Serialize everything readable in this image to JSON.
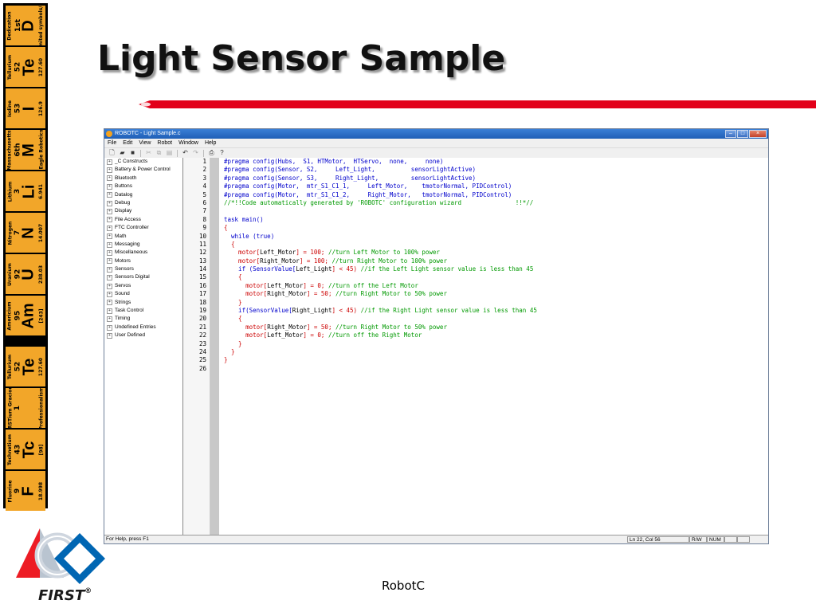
{
  "slide": {
    "title": "Light Sensor Sample",
    "footer": "RobotC",
    "logo_text": "FIRST",
    "logo_reg": "®",
    "accent_color": "#e2001a"
  },
  "elements": [
    {
      "name": "Dedication",
      "number": "1st",
      "symbol": "D",
      "mass": "unlimited symbols/ortb"
    },
    {
      "name": "Tellurium",
      "number": "52",
      "symbol": "Te",
      "mass": "127.60"
    },
    {
      "name": "Iodine",
      "number": "53",
      "symbol": "I",
      "mass": "126.9"
    },
    {
      "name": "Massachusetts",
      "number": "6th",
      "symbol": "M",
      "mass": "Sharon Eagle Robotics Assoc."
    },
    {
      "name": "Lithium",
      "number": "3",
      "symbol": "Li",
      "mass": "6.941"
    },
    {
      "name": "Nitrogen",
      "number": "7",
      "symbol": "N",
      "mass": "14.007"
    },
    {
      "name": "Uranium",
      "number": "92",
      "symbol": "U",
      "mass": "238.03"
    },
    {
      "name": "Americium",
      "number": "95",
      "symbol": "Am",
      "mass": "[243]"
    },
    {
      "name": "Tellurium",
      "number": "52",
      "symbol": "Te",
      "mass": "127.60"
    },
    {
      "name": "FIRSTium Gracious",
      "number": "1",
      "symbol": "",
      "mass": "Professionalism"
    },
    {
      "name": "Technetium",
      "number": "43",
      "symbol": "Tc",
      "mass": "[98]"
    },
    {
      "name": "Fluorine",
      "number": "9",
      "symbol": "F",
      "mass": "18.998"
    }
  ],
  "window": {
    "title": "ROBOTC - Light Sample.c",
    "menu": [
      "File",
      "Edit",
      "View",
      "Robot",
      "Window",
      "Help"
    ],
    "toolbar_icons": [
      "new-file-icon",
      "open-folder-icon",
      "save-icon",
      "cut-icon",
      "copy-icon",
      "paste-icon",
      "undo-icon",
      "redo-icon",
      "print-icon",
      "help-icon"
    ],
    "tree": [
      "_C Constructs",
      "Battery & Power Control",
      "Bluetooth",
      "Buttons",
      "Datalog",
      "Debug",
      "Display",
      "File Access",
      "FTC Controller",
      "Math",
      "Messaging",
      "Miscellaneous",
      "Motors",
      "Sensors",
      "Sensors Digital",
      "Servos",
      "Sound",
      "Strings",
      "Task Control",
      "Timing",
      "Undefined Entries",
      "User Defined"
    ],
    "line_numbers": [
      "1",
      "2",
      "3",
      "4",
      "5",
      "6",
      "7",
      "8",
      "9",
      "10",
      "11",
      "12",
      "13",
      "14",
      "15",
      "16",
      "17",
      "18",
      "19",
      "20",
      "21",
      "22",
      "23",
      "24",
      "25",
      "26"
    ],
    "code": [
      [
        {
          "t": "#pragma config(Hubs,  S1, HTMotor,  HTServo,  none,     none)",
          "c": "kw"
        }
      ],
      [
        {
          "t": "#pragma config(Sensor, S2,     Left_Light,          sensorLightActive)",
          "c": "kw"
        }
      ],
      [
        {
          "t": "#pragma config(Sensor, S3,     Right_Light,         sensorLightActive)",
          "c": "kw"
        }
      ],
      [
        {
          "t": "#pragma config(Motor,  mtr_S1_C1_1,     Left_Motor,    tmotorNormal, PIDControl)",
          "c": "kw"
        }
      ],
      [
        {
          "t": "#pragma config(Motor,  mtr_S1_C1_2,     Right_Motor,   tmotorNormal, PIDControl)",
          "c": "kw"
        }
      ],
      [
        {
          "t": "//*!!Code automatically generated by 'ROBOTC' configuration wizard               !!*//",
          "c": "cm"
        }
      ],
      [
        {
          "t": "",
          "c": "tx"
        }
      ],
      [
        {
          "t": "task main()",
          "c": "kw"
        }
      ],
      [
        {
          "t": "{",
          "c": "red"
        }
      ],
      [
        {
          "t": "  while (true)",
          "c": "kw"
        }
      ],
      [
        {
          "t": "  {",
          "c": "red"
        }
      ],
      [
        {
          "t": "    motor[",
          "c": "red"
        },
        {
          "t": "Left_Motor",
          "c": "tx"
        },
        {
          "t": "] = 100; ",
          "c": "red"
        },
        {
          "t": "//turn Left Motor to 100% power",
          "c": "cm"
        }
      ],
      [
        {
          "t": "    motor[",
          "c": "red"
        },
        {
          "t": "Right_Motor",
          "c": "tx"
        },
        {
          "t": "] = 100; ",
          "c": "red"
        },
        {
          "t": "//turn Right Motor to 100% power",
          "c": "cm"
        }
      ],
      [
        {
          "t": "    if (SensorValue[",
          "c": "kw"
        },
        {
          "t": "Left_Light",
          "c": "tx"
        },
        {
          "t": "] < 45) ",
          "c": "red"
        },
        {
          "t": "//if the Left Light sensor value is less than 45",
          "c": "cm"
        }
      ],
      [
        {
          "t": "    {",
          "c": "red"
        }
      ],
      [
        {
          "t": "      motor[",
          "c": "red"
        },
        {
          "t": "Left_Motor",
          "c": "tx"
        },
        {
          "t": "] = 0; ",
          "c": "red"
        },
        {
          "t": "//turn off the Left Motor",
          "c": "cm"
        }
      ],
      [
        {
          "t": "      motor[",
          "c": "red"
        },
        {
          "t": "Right_Motor",
          "c": "tx"
        },
        {
          "t": "] = 50; ",
          "c": "red"
        },
        {
          "t": "//turn Right Motor to 50% power",
          "c": "cm"
        }
      ],
      [
        {
          "t": "    }",
          "c": "red"
        }
      ],
      [
        {
          "t": "    if(SensorValue[",
          "c": "kw"
        },
        {
          "t": "Right_Light",
          "c": "tx"
        },
        {
          "t": "] < 45) ",
          "c": "red"
        },
        {
          "t": "//if the Right Light sensor value is less than 45",
          "c": "cm"
        }
      ],
      [
        {
          "t": "    {",
          "c": "red"
        }
      ],
      [
        {
          "t": "      motor[",
          "c": "red"
        },
        {
          "t": "Right_Motor",
          "c": "tx"
        },
        {
          "t": "] = 50; ",
          "c": "red"
        },
        {
          "t": "//turn Right Motor to 50% power",
          "c": "cm"
        }
      ],
      [
        {
          "t": "      motor[",
          "c": "red"
        },
        {
          "t": "Left_Motor",
          "c": "tx"
        },
        {
          "t": "] = 0; ",
          "c": "red"
        },
        {
          "t": "//turn off the Right Motor",
          "c": "cm"
        }
      ],
      [
        {
          "t": "    }",
          "c": "red"
        }
      ],
      [
        {
          "t": "  }",
          "c": "red"
        }
      ],
      [
        {
          "t": "}",
          "c": "red"
        }
      ],
      [
        {
          "t": "",
          "c": "tx"
        }
      ]
    ],
    "status": {
      "help": "For Help, press F1",
      "position": "Ln 22, Col 56",
      "mode": "R/W",
      "num": "NUM"
    }
  }
}
